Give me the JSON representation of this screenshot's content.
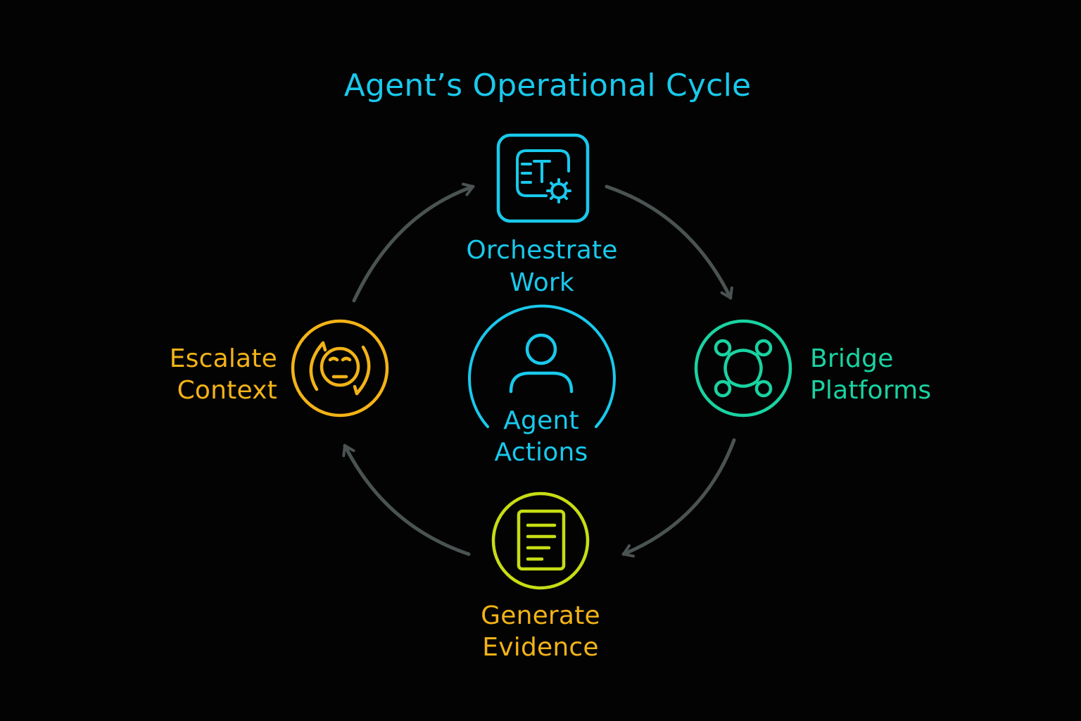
{
  "title": "Agent’s Operational Cycle",
  "center": {
    "line1": "Agent",
    "line2": "Actions",
    "icon": "person-icon"
  },
  "nodes": {
    "orchestrate": {
      "line1": "Orchestrate",
      "line2": "Work",
      "icon": "document-gear-icon"
    },
    "bridge": {
      "line1": "Bridge",
      "line2": "Platforms",
      "icon": "connected-nodes-icon"
    },
    "generate": {
      "line1": "Generate",
      "line2": "Evidence",
      "icon": "document-icon"
    },
    "escalate": {
      "line1": "Escalate",
      "line2": "Context",
      "icon": "face-cycle-icon"
    }
  },
  "colors": {
    "background": "#030303",
    "cyan": "#19c9ec",
    "green": "#19d3a2",
    "yellow": "#c6dd14",
    "orange": "#f3b317",
    "arrow": "#4a5352"
  }
}
